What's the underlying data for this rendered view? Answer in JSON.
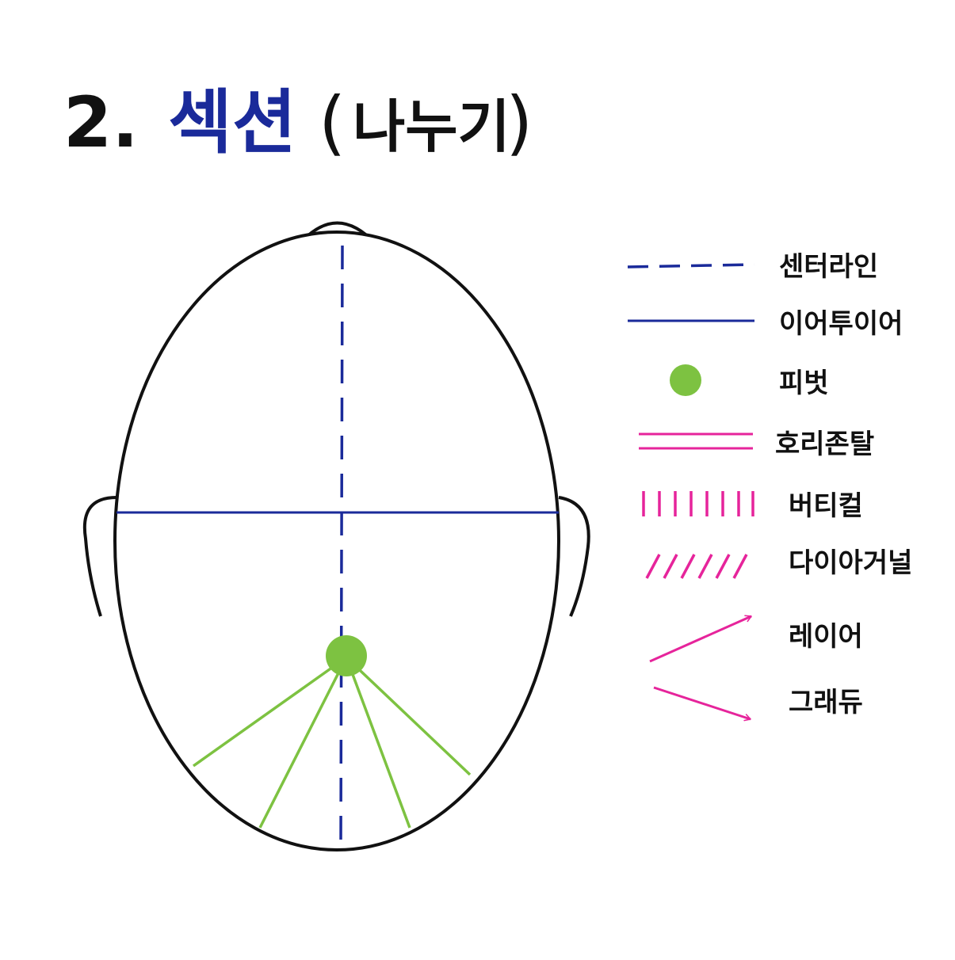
{
  "title": {
    "number": "2.",
    "main": "섹션",
    "paren_open": "(",
    "sub": "나누기",
    "paren_close": ")"
  },
  "colors": {
    "outline": "#111111",
    "blue": "#1a2a9a",
    "green": "#7dc241",
    "pink": "#e6249b",
    "title_dark": "#111111"
  },
  "legend": [
    {
      "key": "center-line",
      "label": "센터라인",
      "style": "dashed-blue"
    },
    {
      "key": "ear-to-ear",
      "label": "이어투이어",
      "style": "solid-blue"
    },
    {
      "key": "pivot",
      "label": "피벗",
      "style": "green-dot"
    },
    {
      "key": "horizontal",
      "label": "호리존탈",
      "style": "double-pink"
    },
    {
      "key": "vertical",
      "label": "버티컬",
      "style": "vertical-ticks-pink"
    },
    {
      "key": "diagonal",
      "label": "다이아거널",
      "style": "diagonal-ticks-pink"
    },
    {
      "key": "layer",
      "label": "레이어",
      "style": "arrow-up-pink"
    },
    {
      "key": "graduation",
      "label": "그래듀",
      "style": "arrow-down-pink"
    }
  ]
}
